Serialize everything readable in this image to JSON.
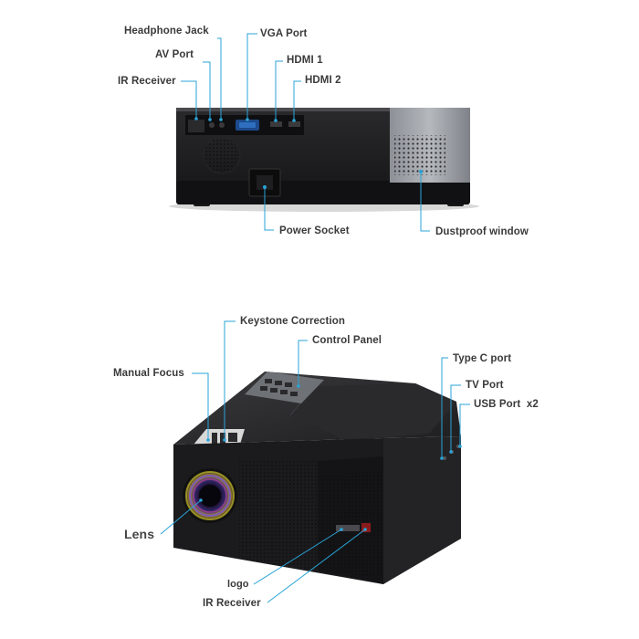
{
  "top_view": {
    "labels": {
      "headphone_jack": "Headphone Jack",
      "av_port": "AV Port",
      "ir_receiver": "IR Receiver",
      "vga_port": "VGA Port",
      "hdmi1": "HDMI 1",
      "hdmi2": "HDMI 2",
      "power_socket": "Power Socket",
      "dustproof_window": "Dustproof window"
    }
  },
  "bottom_view": {
    "labels": {
      "keystone_correction": "Keystone Correction",
      "control_panel": "Control Panel",
      "manual_focus": "Manual Focus",
      "type_c_port": "Type C port",
      "tv_port": "TV Port",
      "usb_port": "USB Port",
      "usb_count": "x2",
      "lens": "Lens",
      "logo": "logo",
      "ir_receiver": "IR Receiver"
    }
  },
  "colors": {
    "callout_line": "#2aa3d8",
    "label_text": "#3a3a3a",
    "projector_body": "#1b1b1d",
    "dust_window": "#9a9ea4"
  }
}
